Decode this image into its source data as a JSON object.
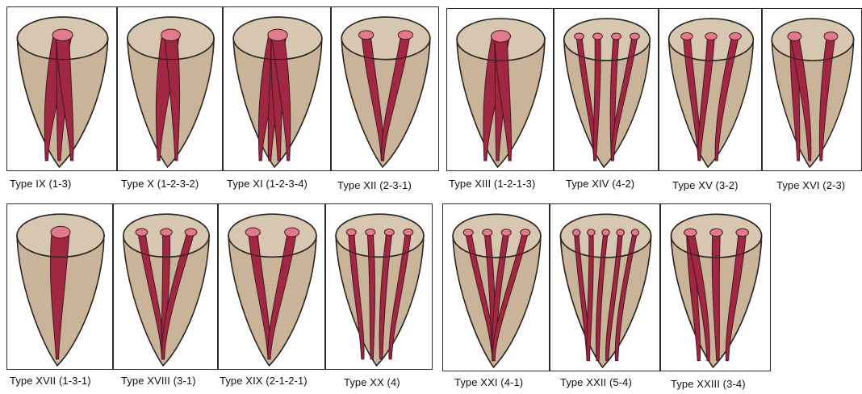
{
  "diagrams": [
    {
      "label": "Type IX (1-3)",
      "openings": 1,
      "lower": 3
    },
    {
      "label": "Type X (1-2-3-2)",
      "openings": 1,
      "lower": 2
    },
    {
      "label": "Type XI (1-2-3-4)",
      "openings": 1,
      "lower": 4
    },
    {
      "label": "Type XII (2-3-1)",
      "openings": 2,
      "lower": 1
    },
    {
      "label": "Type XIII (1-2-1-3)",
      "openings": 1,
      "lower": 3
    },
    {
      "label": "Type XIV (4-2)",
      "openings": 4,
      "lower": 2
    },
    {
      "label": "Type XV (3-2)",
      "openings": 3,
      "lower": 2
    },
    {
      "label": "Type XVI (2-3)",
      "openings": 2,
      "lower": 3
    },
    {
      "label": "Type XVII (1-3-1)",
      "openings": 1,
      "lower": 1
    },
    {
      "label": "Type XVIII (3-1)",
      "openings": 3,
      "lower": 1
    },
    {
      "label": "Type XIX (2-1-2-1)",
      "openings": 2,
      "lower": 1
    },
    {
      "label": "Type XX (4)",
      "openings": 4,
      "lower": 4
    },
    {
      "label": "Type XXI (4-1)",
      "openings": 4,
      "lower": 1
    },
    {
      "label": "Type XXII (5-4)",
      "openings": 5,
      "lower": 4
    },
    {
      "label": "Type XXIII (3-4)",
      "openings": 3,
      "lower": 4
    }
  ],
  "colors": {
    "tooth_fill": "#c9b49a",
    "tooth_top": "#d8c7b0",
    "tooth_outline": "#2b2421",
    "canal": "#a02842",
    "canal_outline": "#4a1420",
    "canal_opening": "#e07a8c"
  }
}
